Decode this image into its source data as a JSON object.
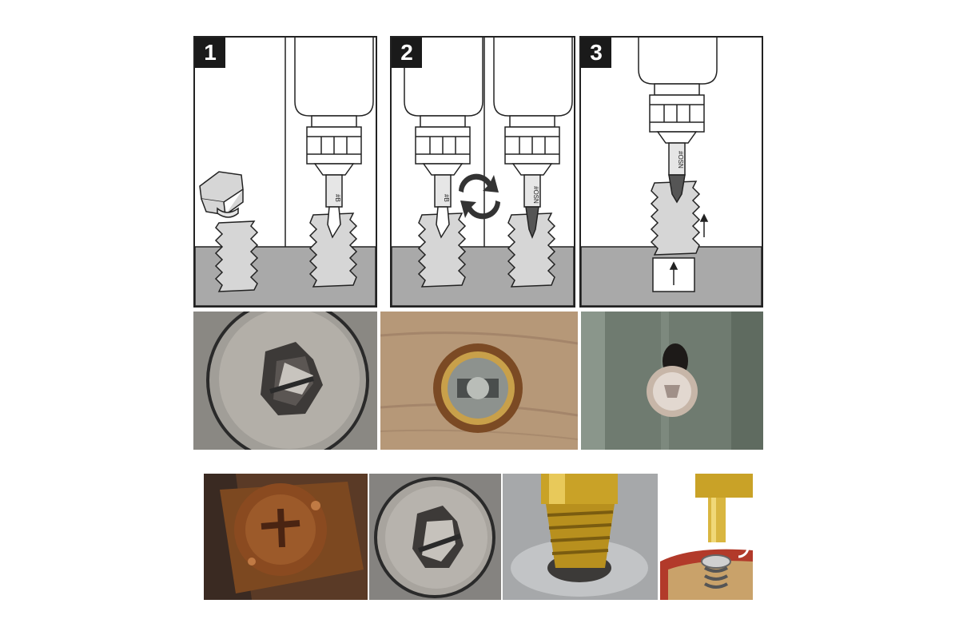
{
  "steps": [
    {
      "number": "1",
      "bit_label_right": "#B"
    },
    {
      "number": "2",
      "bit_label_left": "#B",
      "bit_label_right": "#OSN"
    },
    {
      "number": "3",
      "bit_label_center": "#OSN"
    }
  ],
  "colors": {
    "outline": "#222222",
    "ground": "#a9a9a9",
    "screw_fill": "#d6d6d6",
    "badge_bg": "#1a1a1a",
    "badge_text": "#ffffff",
    "rust": "#8a4a20",
    "brass": "#c9a227",
    "wood": "#b69878",
    "metal_green": "#6f7b70"
  },
  "icons": {
    "rotate": "rotate-arrows-icon",
    "up": "up-arrow-icon"
  }
}
